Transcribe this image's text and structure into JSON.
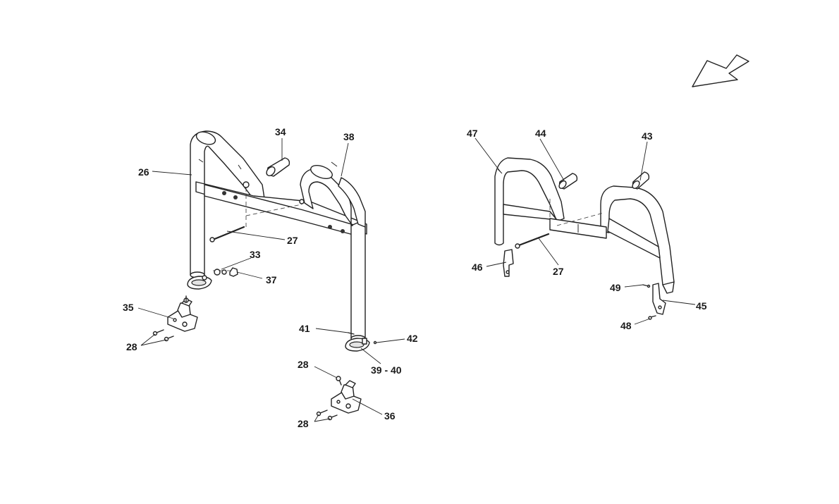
{
  "diagram": {
    "callouts": [
      {
        "id": "26",
        "label": "26"
      },
      {
        "id": "34",
        "label": "34"
      },
      {
        "id": "38",
        "label": "38"
      },
      {
        "id": "27a",
        "label": "27"
      },
      {
        "id": "33",
        "label": "33"
      },
      {
        "id": "37",
        "label": "37"
      },
      {
        "id": "35",
        "label": "35"
      },
      {
        "id": "28a",
        "label": "28"
      },
      {
        "id": "41",
        "label": "41"
      },
      {
        "id": "42",
        "label": "42"
      },
      {
        "id": "39-40",
        "label": "39 - 40"
      },
      {
        "id": "28b",
        "label": "28"
      },
      {
        "id": "36",
        "label": "36"
      },
      {
        "id": "28c",
        "label": "28"
      },
      {
        "id": "47",
        "label": "47"
      },
      {
        "id": "44",
        "label": "44"
      },
      {
        "id": "43",
        "label": "43"
      },
      {
        "id": "46",
        "label": "46"
      },
      {
        "id": "27b",
        "label": "27"
      },
      {
        "id": "49",
        "label": "49"
      },
      {
        "id": "45",
        "label": "45"
      },
      {
        "id": "48",
        "label": "48"
      }
    ],
    "orientation_arrow": "direction-arrow-icon"
  }
}
